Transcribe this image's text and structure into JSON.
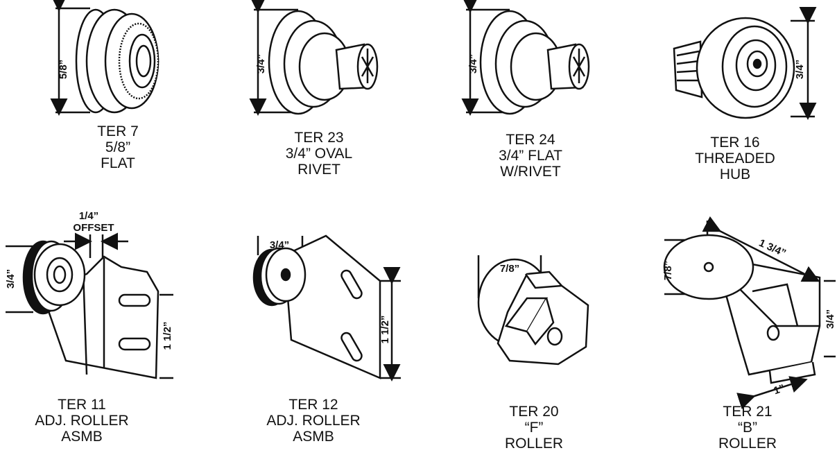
{
  "items": [
    {
      "caption": [
        "TER 7",
        "5/8”",
        "FLAT"
      ],
      "dims": [
        "5/8”"
      ]
    },
    {
      "caption": [
        "TER 23",
        "3/4” OVAL",
        "RIVET"
      ],
      "dims": [
        "3/4”"
      ]
    },
    {
      "caption": [
        "TER 24",
        "3/4” FLAT",
        "W/RIVET"
      ],
      "dims": [
        "3/4”"
      ]
    },
    {
      "caption": [
        "TER 16",
        "THREADED",
        "HUB"
      ],
      "dims": [
        "3/4”"
      ]
    },
    {
      "caption": [
        "TER 11",
        "ADJ. ROLLER",
        "ASMB"
      ],
      "dims": [
        "1/4”",
        "OFFSET",
        "3/4”",
        "1 1/2”"
      ]
    },
    {
      "caption": [
        "TER 12",
        "ADJ. ROLLER",
        "ASMB"
      ],
      "dims": [
        "3/4”",
        "1 1/2”"
      ]
    },
    {
      "caption": [
        "TER 20",
        "“F”",
        "ROLLER"
      ],
      "dims": [
        "7/8”"
      ]
    },
    {
      "caption": [
        "TER 21",
        "“B”",
        "ROLLER"
      ],
      "dims": [
        "7/8”",
        "1 3/4”",
        "3/4”",
        "1”"
      ]
    }
  ]
}
